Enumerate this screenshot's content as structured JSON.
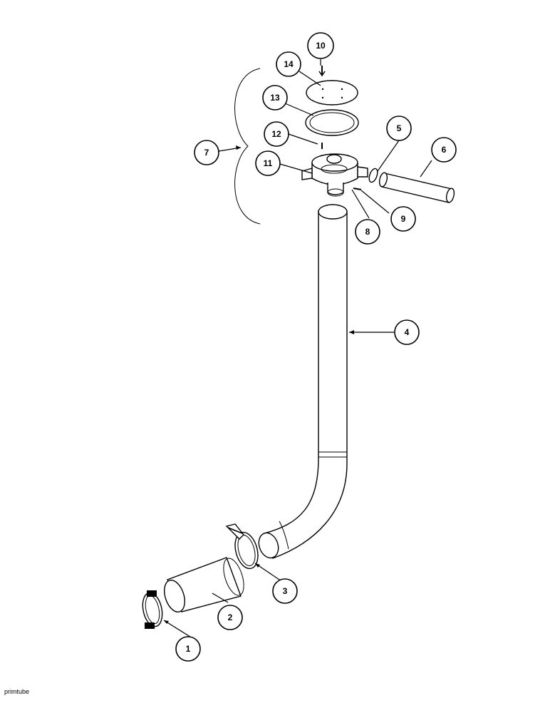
{
  "diagram": {
    "callouts": [
      {
        "id": "1",
        "label": "1"
      },
      {
        "id": "2",
        "label": "2"
      },
      {
        "id": "3",
        "label": "3"
      },
      {
        "id": "4",
        "label": "4"
      },
      {
        "id": "5",
        "label": "5"
      },
      {
        "id": "6",
        "label": "6"
      },
      {
        "id": "7",
        "label": "7"
      },
      {
        "id": "8",
        "label": "8"
      },
      {
        "id": "9",
        "label": "9"
      },
      {
        "id": "10",
        "label": "10"
      },
      {
        "id": "11",
        "label": "11"
      },
      {
        "id": "12",
        "label": "12"
      },
      {
        "id": "13",
        "label": "13"
      },
      {
        "id": "14",
        "label": "14"
      }
    ],
    "footer_label": "primtube"
  }
}
